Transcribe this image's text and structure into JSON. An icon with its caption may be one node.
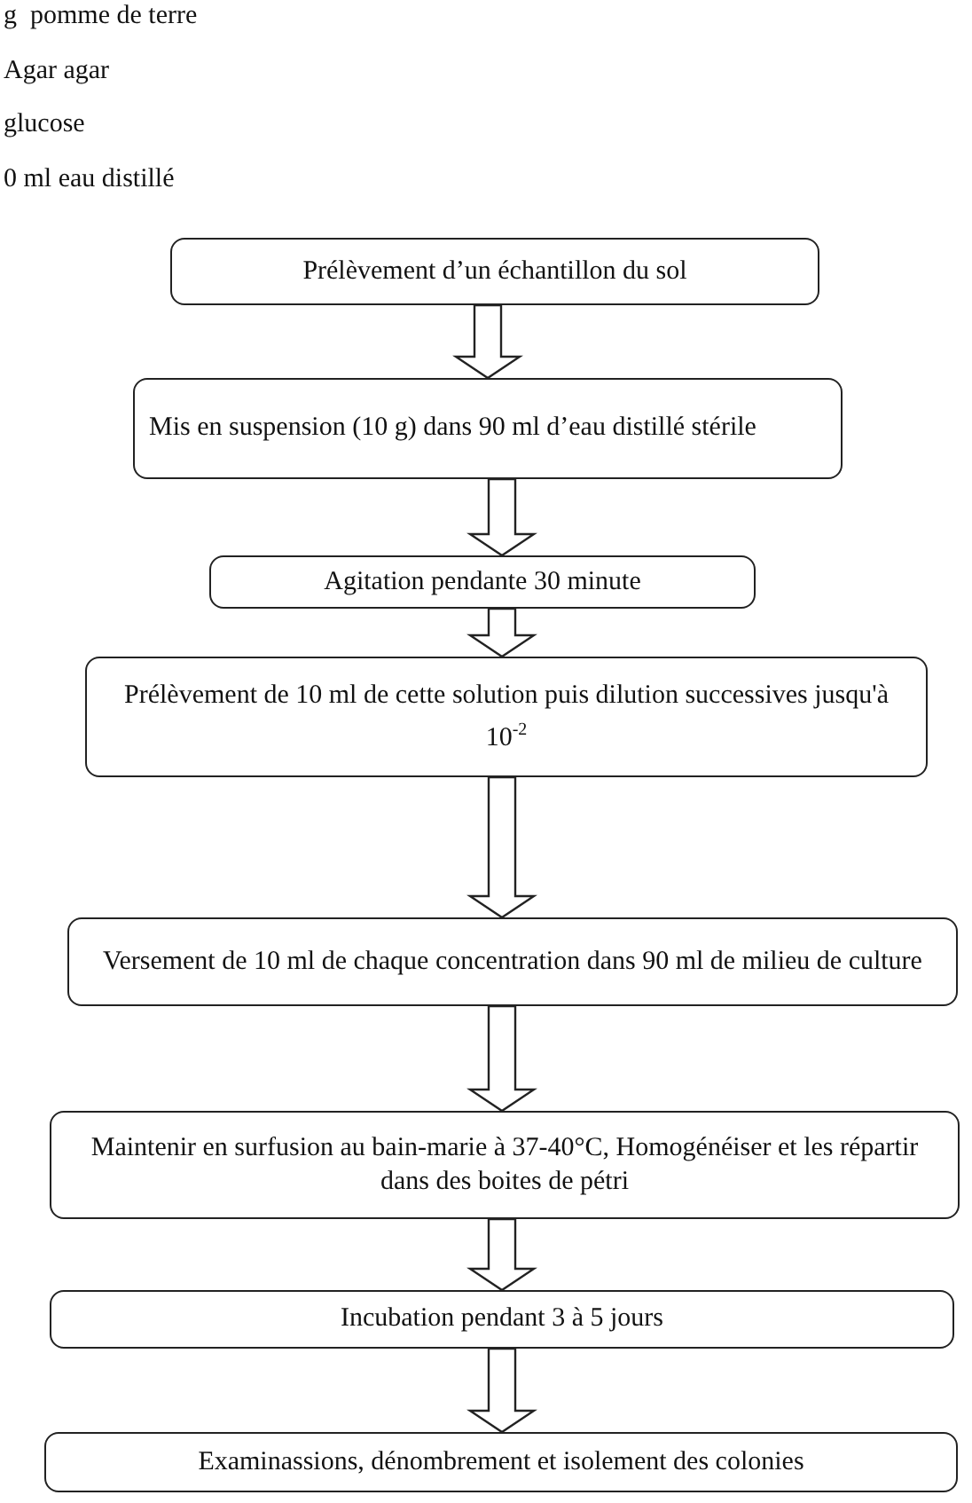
{
  "diagram": {
    "nodes": [
      {
        "text": [
          "Prélèvement d’un échantillon du sol"
        ]
      },
      {
        "text": [
          "Mis en suspension (10 g) dans 90 ml d’eau distillé stérile"
        ]
      },
      {
        "text": [
          "Agitation pendante 30 minute"
        ]
      },
      {
        "text": [
          "Prélèvement de 10 ml de cette solution puis dilution successives jusqu'à 10$^{-2}$"
        ]
      },
      {
        "text": [
          "Versement de 10 ml de chaque concentration dans 90 ml de milieu de culture"
        ]
      },
      {
        "text": [
          "Maintenir en surfusion au bain-marie à 37-40°C, Homogénéiser et les répartir dans des boites de pétri"
        ]
      },
      {
        "text": [
          "Incubation pendant 3 à 5 jours"
        ]
      },
      {
        "text": [
          "Examinassions, dénombrement et isolement des colonies"
        ]
      }
    ],
    "edges": [
      {
        "from": 0,
        "to": 1,
        "arrow": "to"
      },
      {
        "from": 1,
        "to": 2,
        "arrow": "to"
      },
      {
        "from": 2,
        "to": 3,
        "arrow": "to"
      },
      {
        "from": 3,
        "to": 4,
        "arrow": "to"
      },
      {
        "from": 4,
        "to": 5,
        "arrow": "to"
      },
      {
        "from": 5,
        "to": 6,
        "arrow": "to"
      },
      {
        "from": 6,
        "to": 7,
        "arrow": "to"
      }
    ],
    "labels": [
      "g  pomme de terre",
      "Agar agar",
      "glucose",
      "0 ml eau distillé"
    ]
  }
}
